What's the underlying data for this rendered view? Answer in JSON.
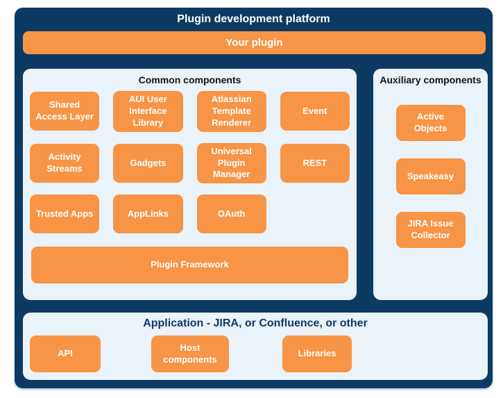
{
  "colors": {
    "navy": "#0d3a63",
    "orange": "#f79445",
    "panel_light": "#eaf3fa",
    "text_on_orange": "#ffffff",
    "section_title_text": "#111111"
  },
  "platform": {
    "title": "Plugin development platform",
    "your_plugin_label": "Your plugin"
  },
  "common_components": {
    "title": "Common components",
    "row1": [
      "Shared Access Layer",
      "AUI User Interface Library",
      "Atlassian Template Renderer",
      "Event"
    ],
    "row2": [
      "Activity Streams",
      "Gadgets",
      "Universal Plugin Manager",
      "REST"
    ],
    "row3": [
      "Trusted Apps",
      "AppLinks",
      "OAuth"
    ],
    "framework": "Plugin Framework"
  },
  "auxiliary_components": {
    "title": "Auxiliary components",
    "items": [
      "Active Objects",
      "Speakeasy",
      "JIRA Issue Collector"
    ]
  },
  "application": {
    "title": "Application - JIRA, or Confluence, or other",
    "items": [
      "API",
      "Host components",
      "Libraries"
    ]
  }
}
